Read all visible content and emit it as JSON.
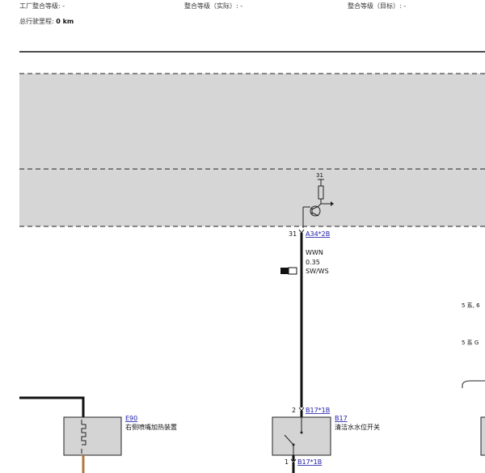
{
  "header": {
    "factory_level_label": "工厂整合等级:",
    "factory_level_value": "-",
    "actual_level_label": "整合等级（实际）:",
    "actual_level_value": "-",
    "target_level_label": "整合等级（目标）:",
    "target_level_value": "-",
    "mileage_label": "总行驶里程:",
    "mileage_value": "0 km"
  },
  "ground_symbol": {
    "label": "31"
  },
  "connector_top": {
    "pin": "31",
    "id": "A34*2B"
  },
  "wire": {
    "color_code": "WWN",
    "cross_section": "0.35",
    "color_name": "SW/WS"
  },
  "connector_b17_upper": {
    "pin": "2",
    "id": "B17*1B"
  },
  "connector_b17_lower": {
    "pin": "1",
    "id": "B17*1B"
  },
  "components": {
    "e90": {
      "id": "E90",
      "name": "右侧喷嘴加热装置"
    },
    "b17": {
      "id": "B17",
      "name": "清洁水水位开关"
    }
  },
  "side_notes": {
    "note1": "5 系, 6",
    "note2": "5 系 G"
  },
  "colors": {
    "band_gray": "#d6d6d6",
    "component_gray": "#d4d4d4",
    "wire_brown": "#b07a3c",
    "link_blue": "#1a1aa6"
  }
}
